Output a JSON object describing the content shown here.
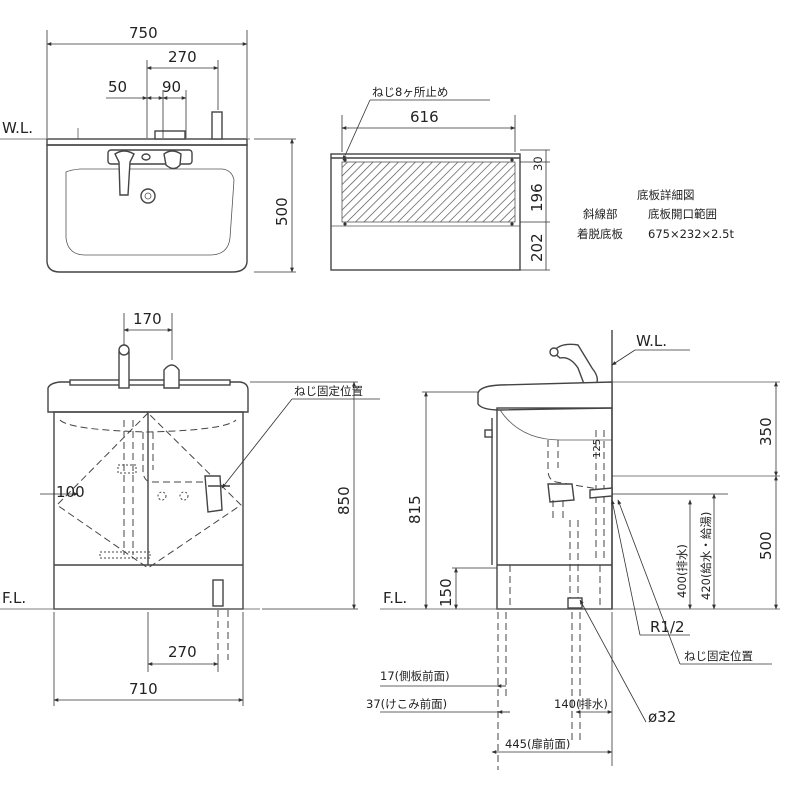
{
  "top_view": {
    "dim_width": "750",
    "dim_270": "270",
    "dim_50": "50",
    "dim_90": "90",
    "dim_depth": "500",
    "wl_label": "W.L."
  },
  "bottom_view": {
    "screw_note": "ねじ8ヶ所止め",
    "dim_616": "616",
    "dim_30": "30",
    "dim_196": "196",
    "dim_202": "202"
  },
  "notes": {
    "title": "底板詳細図",
    "row1_left": "斜線部",
    "row1_right": "底板開口範囲",
    "row2_left": "着脱底板",
    "row2_right": "675×232×2.5t"
  },
  "front_view": {
    "dim_170": "170",
    "screw_pos": "ねじ固定位置",
    "dim_100": "100",
    "dim_850": "850",
    "fl_label": "F.L.",
    "dim_270": "270",
    "dim_710": "710"
  },
  "side_view": {
    "wl_label": "W.L.",
    "dim_350": "350",
    "dim_500": "500",
    "dim_815": "815",
    "dim_150": "150",
    "fl_label": "F.L.",
    "dim_400": "400(排水)",
    "dim_420": "420(給水・給湯)",
    "r12": "R1/2",
    "screw_pos": "ねじ固定位置",
    "dim_17": "17(側板前面)",
    "dim_37": "37(けこみ前面)",
    "dim_140": "140(排水)",
    "dia32": "ø32",
    "dim_445": "445(扉前面)",
    "dim_125": "125"
  }
}
